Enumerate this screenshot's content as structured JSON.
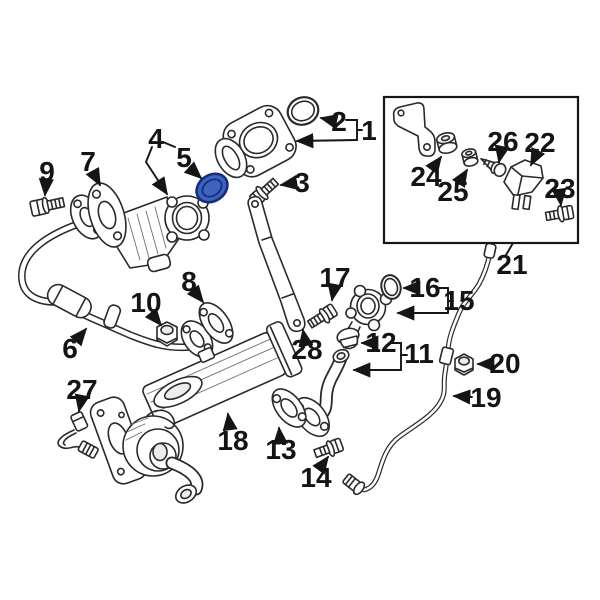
{
  "diagram": {
    "background": "#ffffff",
    "line_color": "#2a2a2a",
    "leader_color": "#151515",
    "highlight": {
      "callout": "5",
      "fill": "#3E63BE",
      "stroke": "#142F78",
      "part": "egr-valve-gasket"
    },
    "inset": {
      "callout": "21"
    },
    "callouts": [
      {
        "label": "1",
        "part": "egr-tube-adapter-housing"
      },
      {
        "label": "2",
        "part": "adapter-o-ring"
      },
      {
        "label": "3",
        "part": "adapter-bolt"
      },
      {
        "label": "4",
        "part": "egr-valve"
      },
      {
        "label": "5",
        "part": "egr-valve-gasket-highlighted"
      },
      {
        "label": "6",
        "part": "egr-inlet-pipe"
      },
      {
        "label": "7",
        "part": "pipe-flange-gasket"
      },
      {
        "label": "8",
        "part": "pipe-lower-gasket"
      },
      {
        "label": "9",
        "part": "pipe-flange-bolt"
      },
      {
        "label": "10",
        "part": "pipe-nut"
      },
      {
        "label": "11",
        "part": "egr-hose"
      },
      {
        "label": "12",
        "part": "hose-cap"
      },
      {
        "label": "13",
        "part": "cooler-inlet-gasket"
      },
      {
        "label": "14",
        "part": "hose-flange-bolt"
      },
      {
        "label": "15",
        "part": "water-connector-flange"
      },
      {
        "label": "16",
        "part": "connector-o-ring"
      },
      {
        "label": "17",
        "part": "connector-bolt"
      },
      {
        "label": "18",
        "part": "egr-cooler-assembly"
      },
      {
        "label": "19",
        "part": "vacuum-line"
      },
      {
        "label": "20",
        "part": "line-nut"
      },
      {
        "label": "21",
        "part": "sensor-mounting-kit-inset"
      },
      {
        "label": "22",
        "part": "pressure-sensor"
      },
      {
        "label": "23",
        "part": "sensor-bolt"
      },
      {
        "label": "24",
        "part": "mounting-grommet"
      },
      {
        "label": "25",
        "part": "mounting-bushing"
      },
      {
        "label": "26",
        "part": "sensor-screw"
      },
      {
        "label": "27",
        "part": "temperature-sensor-with-lead"
      },
      {
        "label": "28",
        "part": "support-strap"
      }
    ]
  }
}
